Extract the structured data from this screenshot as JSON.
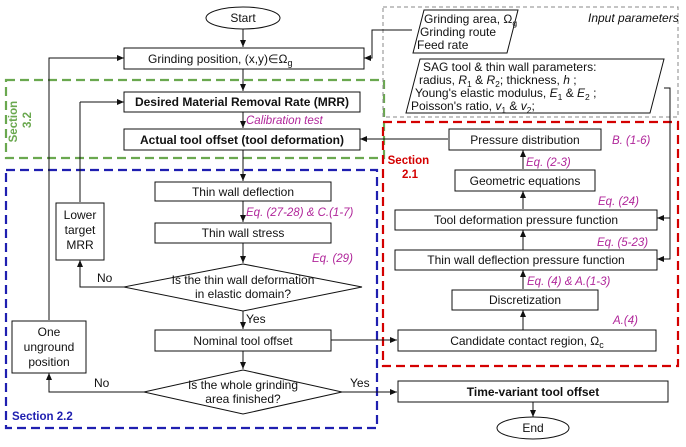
{
  "colors": {
    "green_section": "#6aa84f",
    "red_section": "#d40000",
    "blue_section": "#1f1fb0",
    "equation_ref": "#b0269a",
    "input_box_border": "#888888"
  },
  "terminals": {
    "start": "Start",
    "end": "End"
  },
  "input_box": {
    "title": "Input parameters",
    "line1": "Grinding area, Ω",
    "line1_sub": "g",
    "line2": "Grinding route",
    "line3": "Feed rate"
  },
  "param_box": {
    "line1": "SAG tool & thin wall parameters:",
    "line2_a": "radius, ",
    "line2_r1": "R",
    "line2_r1_sub": "1",
    "line2_amp": " & ",
    "line2_r2": "R",
    "line2_r2_sub": "2",
    "line2_b": "; thickness, ",
    "line2_h": "h",
    "line2_c": " ;",
    "line3_a": "Young's elastic modulus, ",
    "line3_e1": "E",
    "line3_e1_sub": "1",
    "line3_amp": " & ",
    "line3_e2": "E",
    "line3_e2_sub": "2",
    "line3_c": " ;",
    "line4_a": "Poisson's ratio, ",
    "line4_v1": "v",
    "line4_v1_sub": "1",
    "line4_amp": " & ",
    "line4_v2": "v",
    "line4_v2_sub": "2",
    "line4_c": ";"
  },
  "sections": {
    "s32_line1": "Section",
    "s32_line2": "3.2",
    "s21_line1": "Section",
    "s21_line2": "2.1",
    "s22": "Section 2.2"
  },
  "steps": {
    "grinding_position_a": "Grinding position, (x,y)∈Ω",
    "grinding_position_sub": "g",
    "desired_mrr": "Desired Material Removal Rate (MRR)",
    "calibration": "Calibration test",
    "actual_offset": "Actual tool offset  (tool deformation)",
    "thin_wall_deflection": "Thin wall deflection",
    "thin_wall_stress": "Thin wall stress",
    "elastic_q1": "Is the thin wall deformation",
    "elastic_q2": "in elastic domain?",
    "lower_mrr_1": "Lower",
    "lower_mrr_2": "target",
    "lower_mrr_3": "MRR",
    "nominal_offset": "Nominal tool offset",
    "one_unground_1": "One",
    "one_unground_2": "unground",
    "one_unground_3": "position",
    "finished_q1": "Is the whole grinding",
    "finished_q2": "area finished?",
    "time_variant": "Time-variant tool offset",
    "pressure_dist": "Pressure distribution",
    "geometric_eq": "Geometric equations",
    "tool_def_pf": "Tool deformation pressure function",
    "thin_wall_pf": "Thin wall deflection pressure function",
    "discretization": "Discretization",
    "candidate_a": "Candidate contact region, Ω",
    "candidate_sub": "c"
  },
  "edge_labels": {
    "no": "No",
    "yes": "Yes"
  },
  "equations": {
    "eq_b16": "B. (1-6)",
    "eq_23": "Eq. (2-3)",
    "eq_24": "Eq. (24)",
    "eq_523": "Eq. (5-23)",
    "eq_4a13": "Eq. (4) & A.(1-3)",
    "eq_a4": "A.(4)",
    "eq_2728": "Eq. (27-28) & C.(1-7)",
    "eq_29": "Eq. (29)"
  }
}
